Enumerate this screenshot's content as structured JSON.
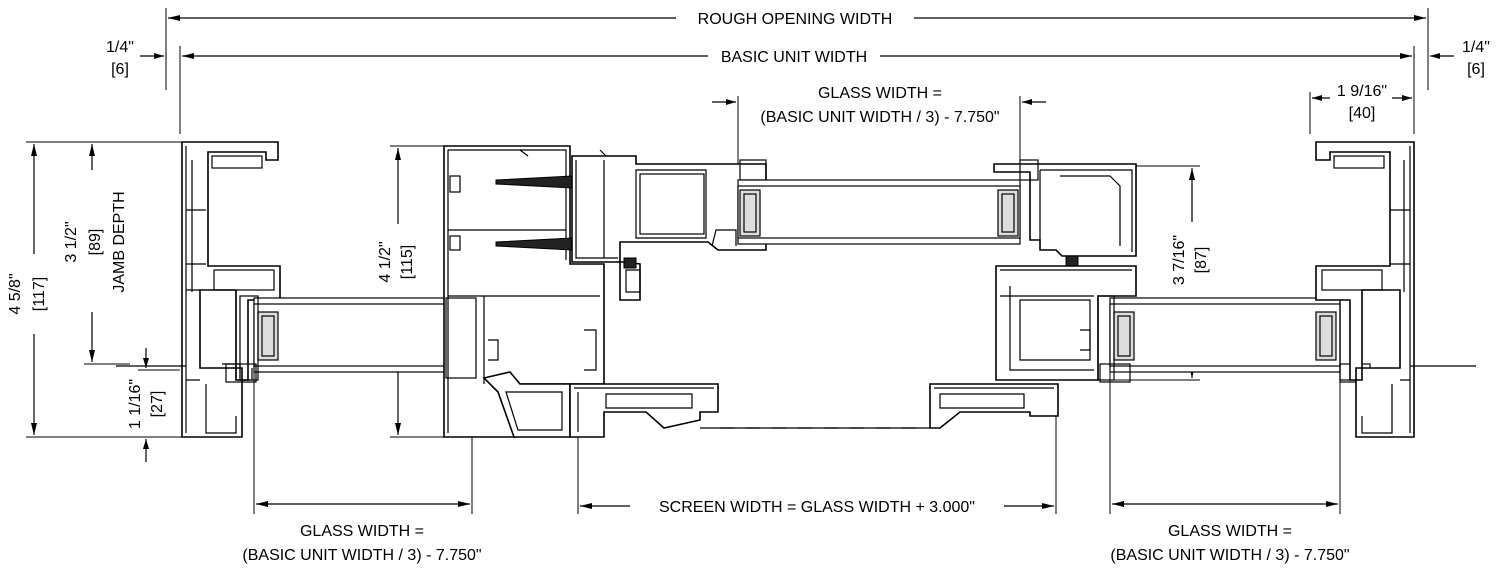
{
  "labels": {
    "rough_opening_width": "ROUGH OPENING WIDTH",
    "basic_unit_width": "BASIC UNIT WIDTH",
    "gap_left_in": "1/4\"",
    "gap_left_mm": "[6]",
    "gap_right_in": "1/4\"",
    "gap_right_mm": "[6]",
    "glass_width_top_1": "GLASS WIDTH =",
    "glass_width_top_2": "(BASIC UNIT WIDTH / 3) - 7.750\"",
    "glass_width_left_1": "GLASS WIDTH =",
    "glass_width_left_2": "(BASIC UNIT WIDTH / 3) - 7.750\"",
    "glass_width_right_1": "GLASS WIDTH =",
    "glass_width_right_2": "(BASIC UNIT WIDTH / 3) - 7.750\"",
    "screen_width": "SCREEN WIDTH = GLASS WIDTH + 3.000\"",
    "jamb_right_in": "1 9/16\"",
    "jamb_right_mm": "[40]",
    "overall_depth_in": "4 5/8\"",
    "overall_depth_mm": "[117]",
    "jamb_depth_in": "3 1/2\"",
    "jamb_depth_mm": "[89]",
    "jamb_depth_label": "JAMB DEPTH",
    "sill_offset_in": "1 1/16\"",
    "sill_offset_mm": "[27]",
    "interlock_depth_in": "4 1/2\"",
    "interlock_depth_mm": "[115]",
    "sash_depth_in": "3 7/16\"",
    "sash_depth_mm": "[87]"
  }
}
